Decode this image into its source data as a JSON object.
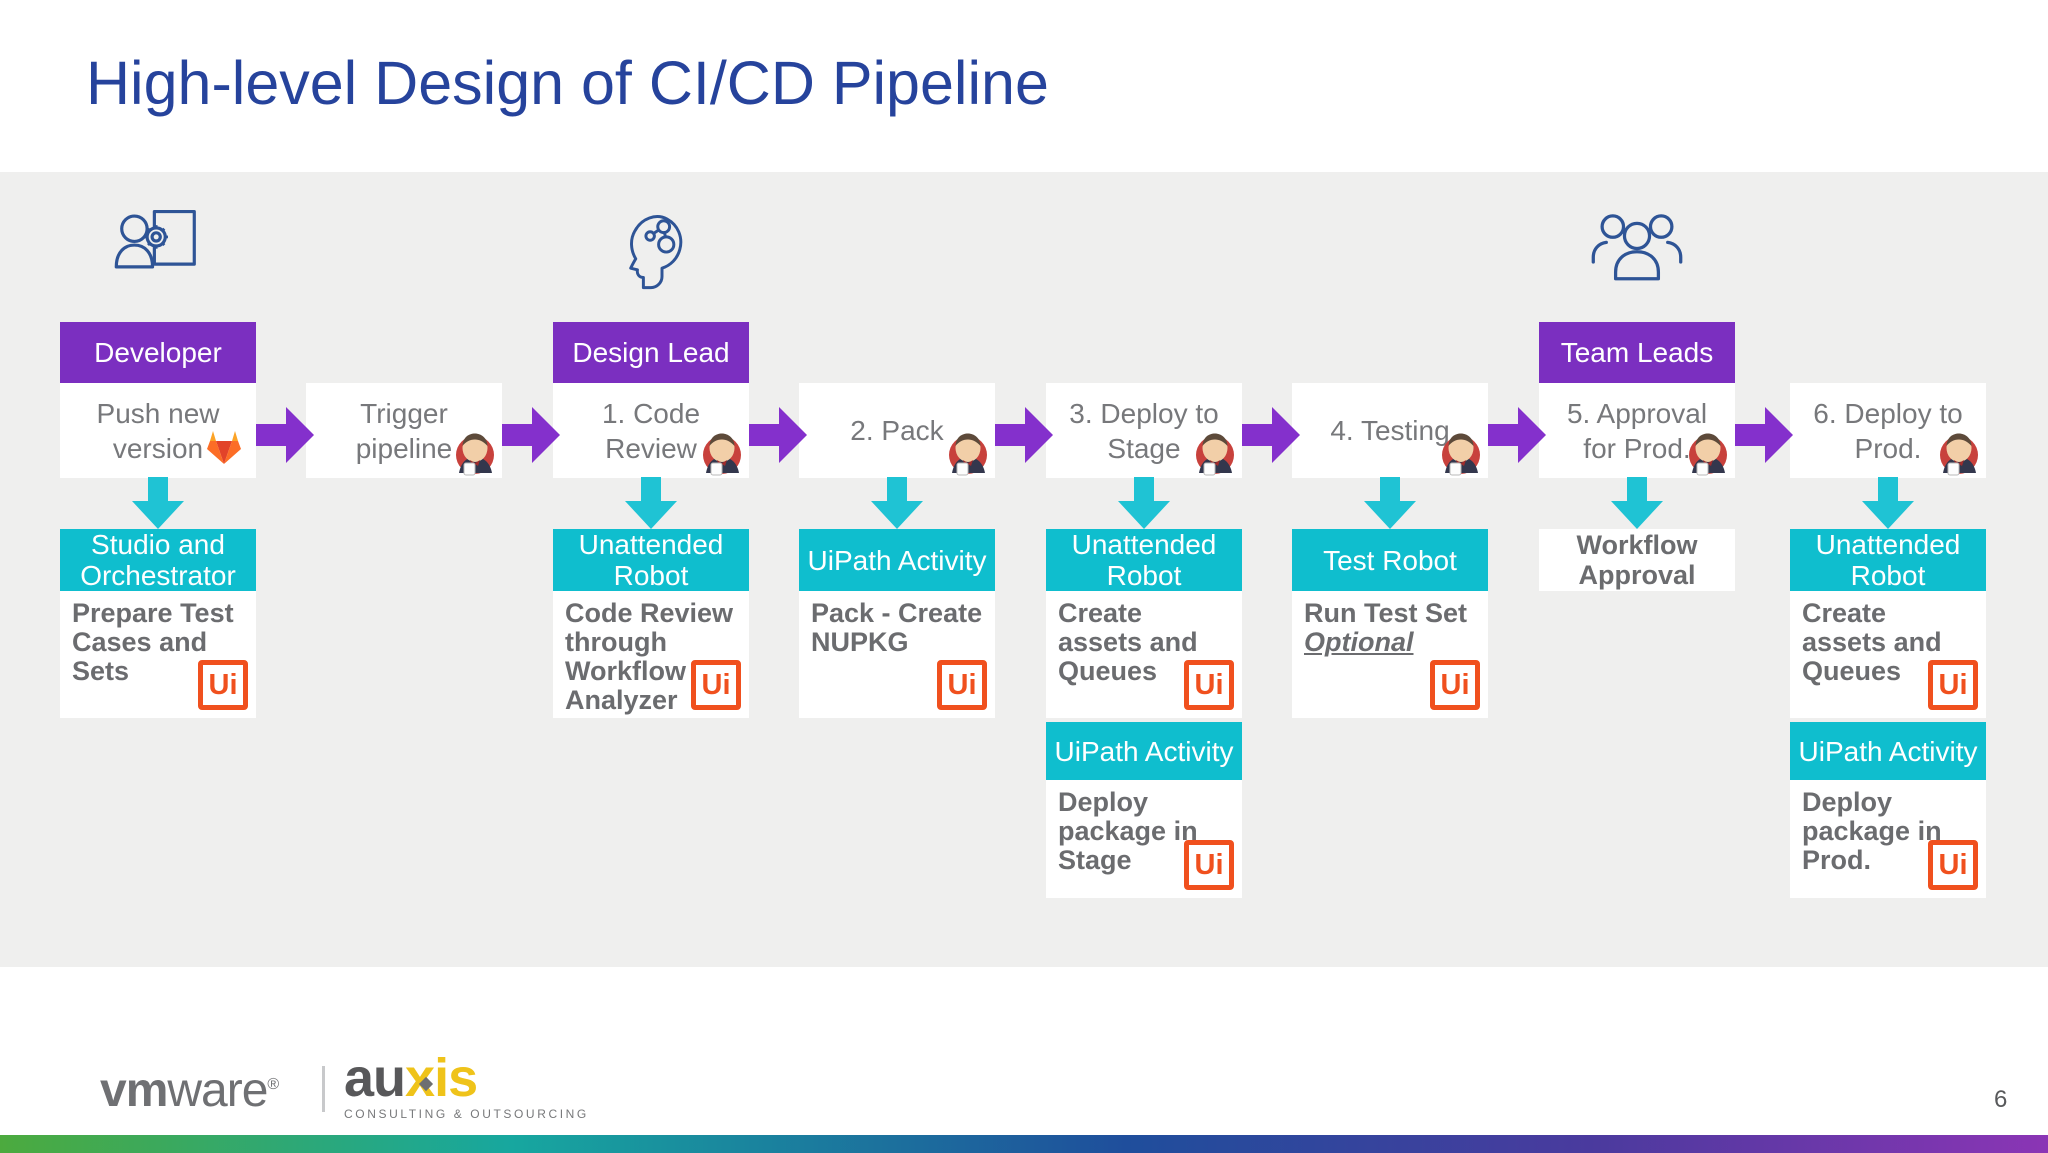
{
  "title": "High-level Design of CI/CD Pipeline",
  "page_number": "6",
  "uipath_badge": "Ui",
  "footer": {
    "vmware_bold": "vm",
    "vmware_rest": "ware",
    "vmware_reg": "®",
    "auxis_gray": "au",
    "auxis_yellow": "xis",
    "auxis_tagline": "CONSULTING & OUTSOURCING"
  },
  "colors": {
    "title_blue": "#26439c",
    "role_purple": "#7b2fc0",
    "arrow_purple": "#8430cc",
    "teal": "#0fbece",
    "arrow_teal": "#1fc3d4",
    "uipath_orange": "#f0501e",
    "band_gray": "#efefee"
  },
  "columns": [
    {
      "role": "Developer",
      "step": "Push new version",
      "sub1_header": "Studio and Orchestrator",
      "sub1_desc": "Prepare Test Cases and Sets"
    },
    {
      "step": "Trigger pipeline"
    },
    {
      "role": "Design Lead",
      "step": "1. Code Review",
      "sub1_header": "Unattended Robot",
      "sub1_desc": "Code Review through Workflow Analyzer"
    },
    {
      "step": "2. Pack",
      "sub1_header": "UiPath Activity",
      "sub1_desc": "Pack - Create NUPKG"
    },
    {
      "step": "3. Deploy to Stage",
      "sub1_header": "Unattended Robot",
      "sub1_desc": "Create assets and Queues",
      "sub2_header": "UiPath Activity",
      "sub2_desc": "Deploy package in Stage"
    },
    {
      "step": "4. Testing",
      "sub1_header": "Test Robot",
      "sub1_desc": "Run Test Set",
      "sub1_note": "Optional"
    },
    {
      "role": "Team Leads",
      "step": "5. Approval for Prod.",
      "sub1_desc": "Workflow Approval"
    },
    {
      "step": "6. Deploy to Prod.",
      "sub1_header": "Unattended Robot",
      "sub1_desc": "Create assets and Queues",
      "sub2_header": "UiPath Activity",
      "sub2_desc": "Deploy package in Prod."
    }
  ]
}
